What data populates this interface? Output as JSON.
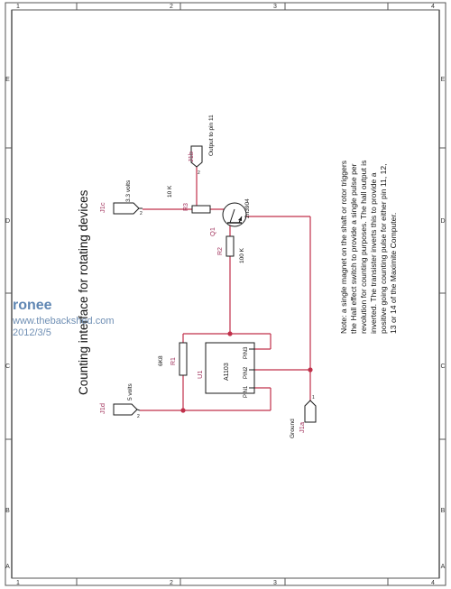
{
  "sheet": {
    "zone_letters": [
      "E",
      "D",
      "C",
      "B",
      "A"
    ],
    "zone_numbers": [
      "1",
      "2",
      "3",
      "4"
    ]
  },
  "title": "Counting interface for rotating devices",
  "watermark": {
    "name": "ronee",
    "site": "www.thebackshed.com",
    "date": "2012/3/5"
  },
  "connectors": {
    "j1c": {
      "ref": "J1c",
      "label": "3.3 volts"
    },
    "j1b": {
      "ref": "J1b",
      "label": "Output to pin 11"
    },
    "j1d": {
      "ref": "J1d",
      "label": "5 volts"
    },
    "j1a": {
      "ref": "J1a",
      "label": "Ground"
    }
  },
  "components": {
    "r3": {
      "ref": "R3",
      "value": "10 K"
    },
    "r2": {
      "ref": "R2",
      "value": "100 K"
    },
    "r1": {
      "ref": "R1",
      "value": "6K8"
    },
    "q1": {
      "ref": "Q1",
      "value": "2n3904"
    },
    "u1": {
      "ref": "U1",
      "value": "A1103",
      "pins": [
        "PIN3",
        "PIN2",
        "PIN1"
      ]
    }
  },
  "pin_marks": {
    "one": "1",
    "two": "2"
  },
  "note": [
    "Note: a single magnet on the shaft or rotor triggers",
    "the Hall effect switch to provide a single pulse per",
    "revolution for counting purposes. The hall output is",
    "inverted. The transister inverts this to provide a",
    "positive going counting pulse for either pin 11, 12,",
    "13 or 14 of the Maximite Computer."
  ],
  "colors": {
    "wire": "#c0304a",
    "ink": "#111111",
    "part": "#1a1a1a",
    "frame": "#555555"
  }
}
